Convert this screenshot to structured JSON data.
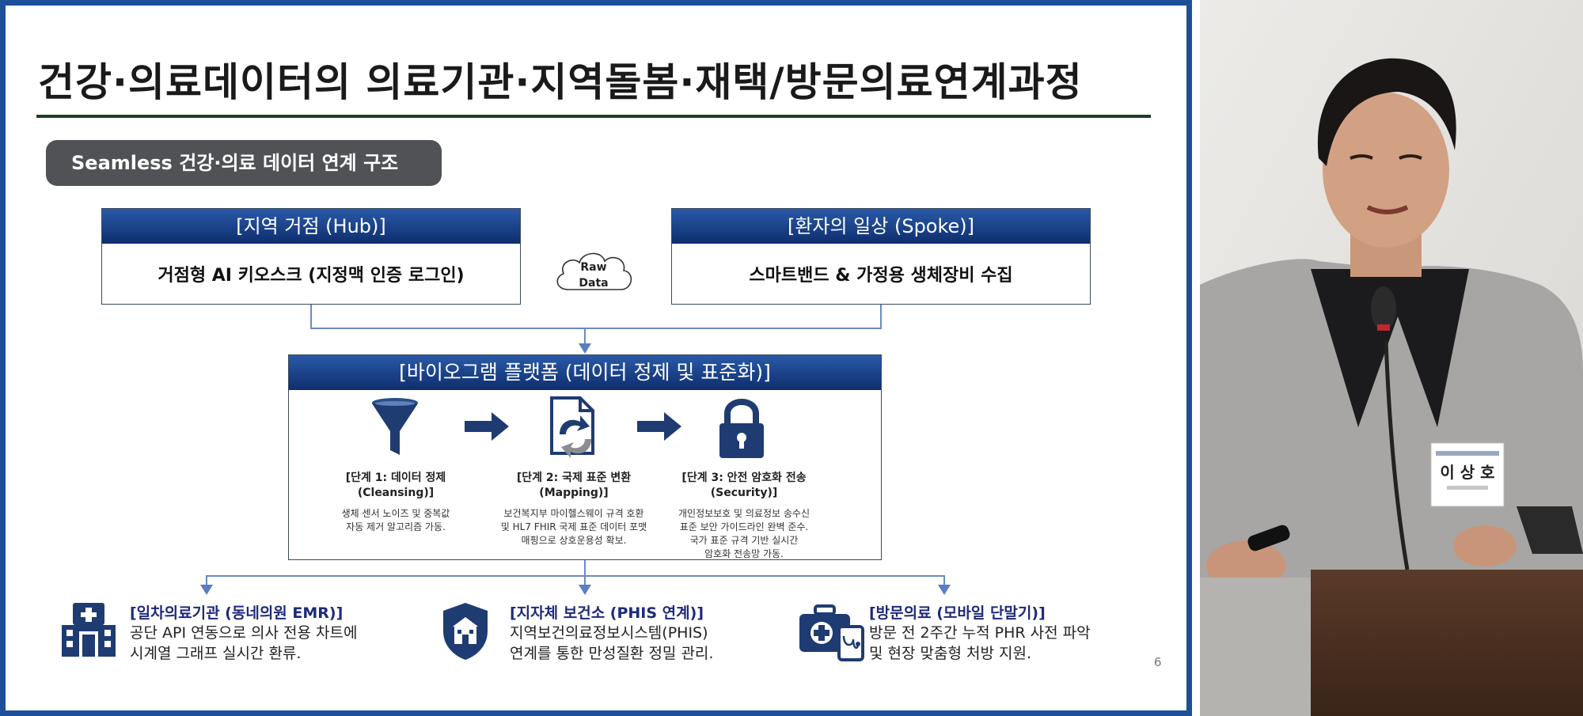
{
  "slide": {
    "title": "건강·의료데이터의 의료기관·지역돌봄·재택/방문의료연계과정",
    "pill_label": "Seamless 건강·의료 데이터 연계 구조",
    "hub": {
      "header": "[지역 거점 (Hub)]",
      "body": "거점형 AI 키오스크 (지정맥 인증 로그인)"
    },
    "spoke": {
      "header": "[환자의 일상 (Spoke)]",
      "body": "스마트밴드 & 가정용 생체장비 수집"
    },
    "cloud": {
      "line1": "Raw",
      "line2": "Data"
    },
    "platform": {
      "header": "[바이오그램 플랫폼 (데이터 정제 및 표준화)]",
      "stages": [
        {
          "icon": "funnel-icon",
          "title1": "[단계 1: 데이터 정제",
          "title2": "(Cleansing)]",
          "desc": [
            "생체 센서 노이즈 및 중복값",
            "자동 제거 알고리즘 가동."
          ]
        },
        {
          "icon": "document-sync-icon",
          "title1": "[단계 2: 국제 표준 변환",
          "title2": "(Mapping)]",
          "desc": [
            "보건복지부 마이헬스웨이 규격 호환",
            "및 HL7 FHIR 국제 표준 데이터 포맷",
            "매핑으로 상호운용성 확보."
          ]
        },
        {
          "icon": "padlock-icon",
          "title1": "[단계 3: 안전 암호화 전송",
          "title2": "(Security)]",
          "desc": [
            "개인정보보호 및 의료정보 송수신",
            "표준 보안 가이드라인 완벽 준수.",
            "국가 표준 규격 기반 실시간",
            "암호화 전송망 가동."
          ]
        }
      ]
    },
    "destinations": [
      {
        "icon": "hospital-icon",
        "title": "[일차의료기관 (동네의원 EMR)]",
        "desc": [
          "공단 API 연동으로 의사 전용 차트에",
          "시계열 그래프 실시간 환류."
        ]
      },
      {
        "icon": "public-health-shield-icon",
        "title": "[지자체 보건소 (PHIS 연계)]",
        "desc": [
          "지역보건의료정보시스템(PHIS)",
          "연계를 통한 만성질환 정밀 관리."
        ]
      },
      {
        "icon": "medical-kit-tablet-icon",
        "title": "[방문의료 (모바일 단말기)]",
        "desc": [
          "방문 전 2주간 누적 PHR 사전 파악",
          "및 현장 맞춤형 처방 지원."
        ]
      }
    ],
    "page_number": "6"
  },
  "photo": {
    "name_tag": "이 상 호"
  },
  "colors": {
    "frame": "#1d4f9a",
    "header_gradient_top": "#2a5aa8",
    "header_gradient_bottom": "#0e2e6e",
    "icon_navy": "#1f3c72",
    "title_rule": "#1d3f26",
    "pill": "#505255"
  }
}
